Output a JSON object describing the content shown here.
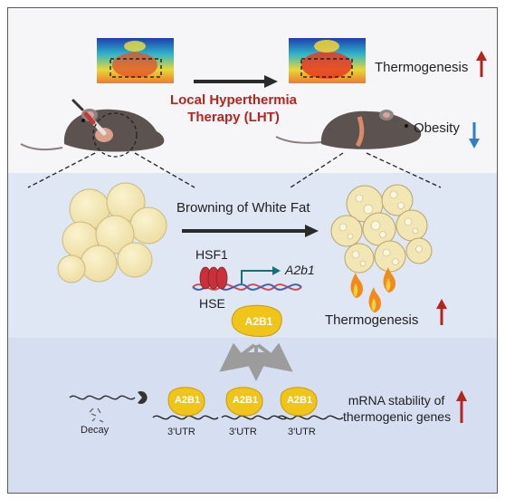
{
  "top_panel": {
    "thermogenesis_label": "Thermogenesis",
    "therapy_line1": "Local Hyperthermia",
    "therapy_line2": "Therapy (LHT)",
    "obesity_label": "Obesity"
  },
  "middle_panel": {
    "browning_label": "Browning of White Fat",
    "hsf1_label": "HSF1",
    "gene_label": "A2b1",
    "hse_label": "HSE",
    "thermogenesis_label": "Thermogenesis",
    "protein_label": "A2B1"
  },
  "bottom_panel": {
    "decay_label": "Decay",
    "protein_label": "A2B1",
    "utr_label": "3'UTR",
    "stability_line1": "mRNA stability of",
    "stability_line2": "thermogenic genes"
  },
  "colors": {
    "up_arrow": "#b3261e",
    "down_arrow": "#2f7fc1",
    "therapy_text": "#b3261e",
    "protein_fill": "#f0c419",
    "band_mid": "#dfe6f4",
    "band_bottom": "#d6dff2"
  }
}
